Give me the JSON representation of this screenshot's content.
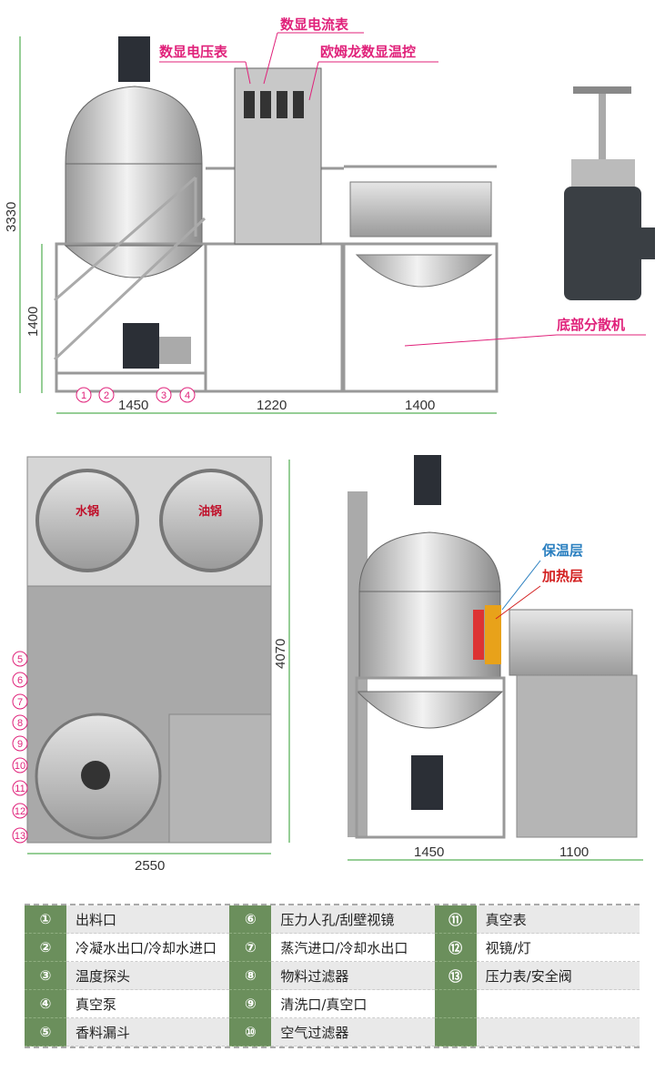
{
  "front_view": {
    "callouts": {
      "voltmeter": "数显电压表",
      "ammeter": "数显电流表",
      "temp_controller": "欧姆龙数显温控",
      "bottom_disperser": "底部分散机"
    },
    "dimensions": {
      "total_height": "3330",
      "platform_height": "1400",
      "width_1": "1450",
      "width_2": "1220",
      "width_3": "1400"
    },
    "markers": [
      "1",
      "2",
      "3",
      "4"
    ]
  },
  "plan_view": {
    "pots": {
      "water": "水锅",
      "oil": "油锅"
    },
    "dimensions": {
      "depth": "4070",
      "width": "2550"
    },
    "markers": [
      "5",
      "6",
      "7",
      "8",
      "9",
      "10",
      "11",
      "12",
      "13"
    ]
  },
  "side_view": {
    "callouts": {
      "insulation": "保温层",
      "heating": "加热层"
    },
    "dimensions": {
      "width_1": "1450",
      "width_2": "1100"
    }
  },
  "legend": {
    "columns": [
      [
        {
          "n": "①",
          "label": "出料口"
        },
        {
          "n": "②",
          "label": "冷凝水出口/冷却水进口"
        },
        {
          "n": "③",
          "label": "温度探头"
        },
        {
          "n": "④",
          "label": "真空泵"
        },
        {
          "n": "⑤",
          "label": "香料漏斗"
        }
      ],
      [
        {
          "n": "⑥",
          "label": "压力人孔/刮壁视镜"
        },
        {
          "n": "⑦",
          "label": "蒸汽进口/冷却水出口"
        },
        {
          "n": "⑧",
          "label": "物料过滤器"
        },
        {
          "n": "⑨",
          "label": "清洗口/真空口"
        },
        {
          "n": "⑩",
          "label": "空气过滤器"
        }
      ],
      [
        {
          "n": "⑪",
          "label": "真空表"
        },
        {
          "n": "⑫",
          "label": "视镜/灯"
        },
        {
          "n": "⑬",
          "label": "压力表/安全阀"
        }
      ]
    ]
  }
}
